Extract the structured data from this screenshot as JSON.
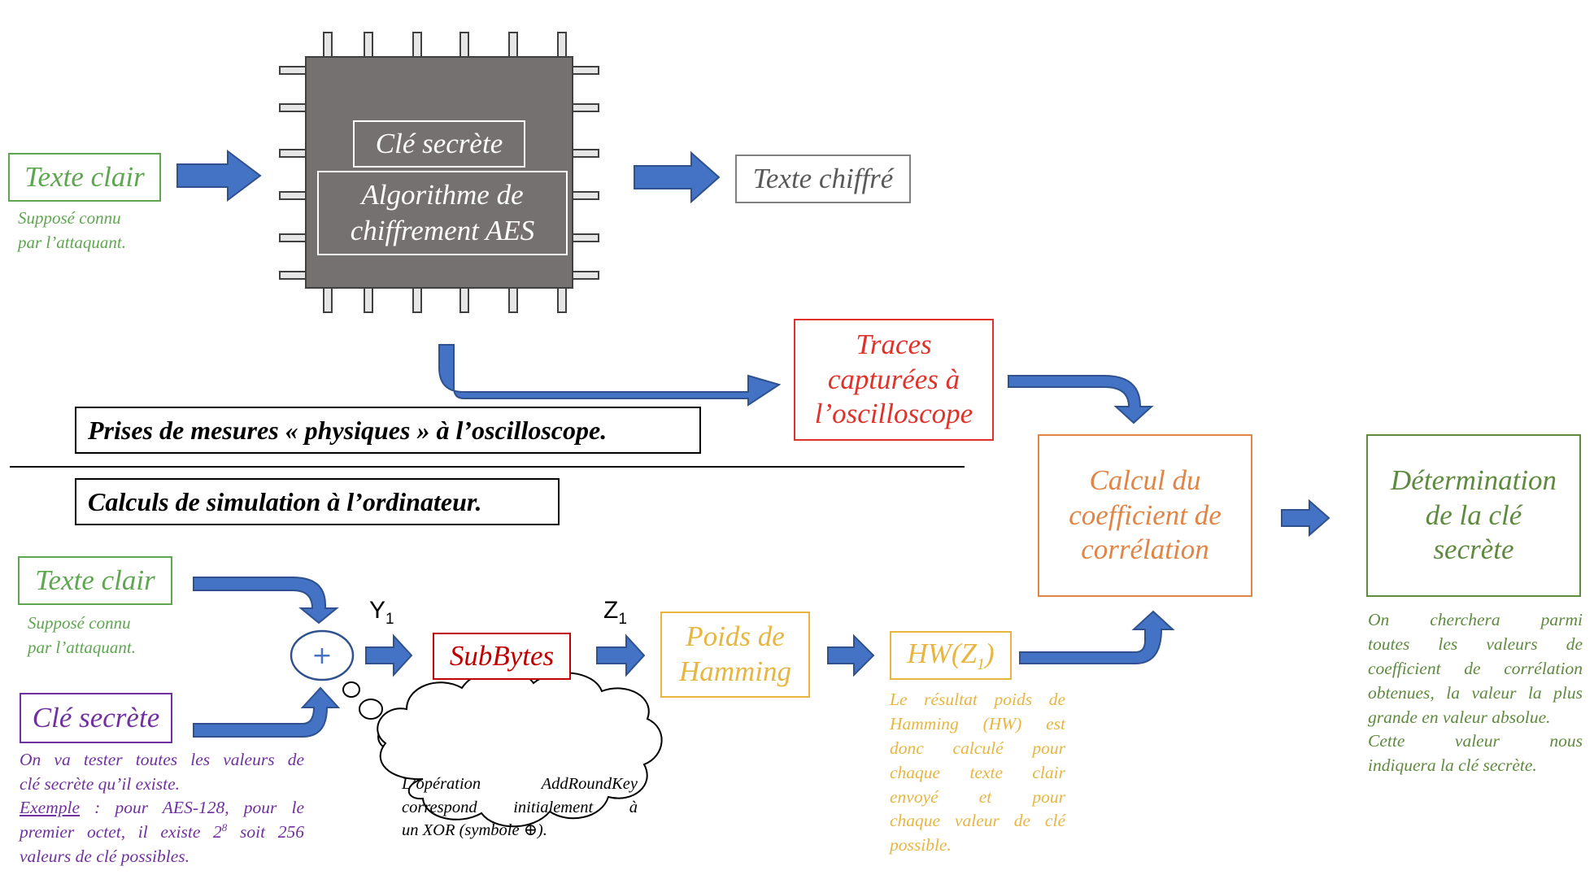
{
  "colors": {
    "arrow": "#4472c4",
    "chip": "#767171",
    "green": "#5ea64f",
    "red": "#e0322b",
    "orange": "#e08545",
    "olive": "#5e8a3e",
    "purple": "#7030a0",
    "yellow": "#e8b540",
    "darkred": "#c00000"
  },
  "chip": {
    "key_label": "Clé secrète",
    "algo_line1": "Algorithme de",
    "algo_line2": "chiffrement AES"
  },
  "top": {
    "plaintext_label": "Texte clair",
    "plaintext_note_line1": "Supposé connu",
    "plaintext_note_line2": "par l’attaquant.",
    "ciphertext_label": "Texte chiffré"
  },
  "traces": {
    "line1": "Traces",
    "line2": "capturées à",
    "line3": "l’oscilloscope"
  },
  "sections": {
    "physical": "Prises de mesures « physiques » à l’oscilloscope.",
    "simulation": "Calculs de simulation à l’ordinateur."
  },
  "correlation": {
    "line1": "Calcul du",
    "line2": "coefficient de",
    "line3": "corrélation"
  },
  "determination": {
    "line1": "Détermination",
    "line2": "de la clé",
    "line3": "secrète",
    "note_lines": [
      "On cherchera parmi",
      "toutes les valeurs de",
      "coefficient de corrélation",
      "obtenues, la valeur la plus",
      "grande en valeur absolue.",
      "Cette valeur nous",
      "indiquera la clé secrète."
    ]
  },
  "bottom": {
    "plaintext_label": "Texte clair",
    "plaintext_note_line1": "Supposé connu",
    "plaintext_note_line2": "par l’attaquant.",
    "key_label": "Clé secrète",
    "key_note_line1": "On va tester toutes les valeurs de",
    "key_note_line2": "clé secrète qu’il existe.",
    "key_note_example": "Exemple",
    "key_note_line3_rest": " : pour AES-128, pour le",
    "key_note_line4_pre": "premier octet, il existe 2",
    "key_note_line4_sup": "8",
    "key_note_line4_post": " soit 256",
    "key_note_line5": "valeurs de clé possibles.",
    "xor_symbol": "+",
    "y_label": "Y",
    "y_sub": "1",
    "z_label": "Z",
    "z_sub": "1",
    "subbytes_label": "SubBytes",
    "hamming_line1": "Poids de",
    "hamming_line2": "Hamming",
    "hw_label_pre": "HW(Z",
    "hw_label_sub": "1",
    "hw_label_post": ")",
    "hw_note_lines": [
      "Le résultat poids de",
      "Hamming (HW) est",
      "donc calculé pour",
      "chaque texte clair",
      "envoyé et pour",
      "chaque valeur de clé",
      "possible."
    ],
    "cloud_line1": "L’opération AddRoundKey",
    "cloud_line2": "correspond initialement à",
    "cloud_line3": "un XOR (symbole ⊕)."
  }
}
